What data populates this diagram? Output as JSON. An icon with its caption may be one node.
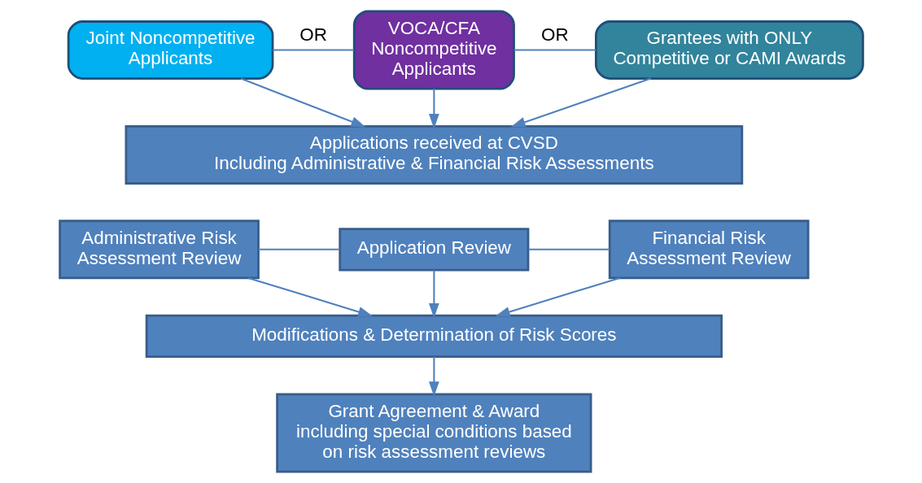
{
  "diagram": {
    "nodes": [
      {
        "text": [
          "Joint Noncompetitive Applicants"
        ]
      },
      {
        "text": [
          "VOCA/CFA Noncompetitive Applicants"
        ]
      },
      {
        "text": [
          "Grantees with ONLY Competitive or CAMI Awards"
        ]
      },
      {
        "text": [
          "Applications received at CVSD",
          "Including Administrative & Financial Risk Assessments"
        ]
      },
      {
        "text": [
          "Administrative Risk Assessment Review"
        ]
      },
      {
        "text": [
          "Application Review"
        ]
      },
      {
        "text": [
          "Financial Risk Assessment Review"
        ]
      },
      {
        "text": [
          "Modifications & Determination of Risk Scores"
        ]
      },
      {
        "text": [
          "Grant Agreement & Award",
          "including special conditions based on risk assessment reviews"
        ]
      }
    ],
    "edges": [
      {
        "from": 0,
        "to": 1,
        "arrow": "none",
        "label": "OR"
      },
      {
        "from": 1,
        "to": 2,
        "arrow": "none",
        "label": "OR"
      },
      {
        "from": 0,
        "to": 3,
        "arrow": "to"
      },
      {
        "from": 1,
        "to": 3,
        "arrow": "to"
      },
      {
        "from": 2,
        "to": 3,
        "arrow": "to"
      },
      {
        "from": 4,
        "to": 5,
        "arrow": "none"
      },
      {
        "from": 5,
        "to": 6,
        "arrow": "none"
      },
      {
        "from": 4,
        "to": 7,
        "arrow": "to"
      },
      {
        "from": 5,
        "to": 7,
        "arrow": "to"
      },
      {
        "from": 6,
        "to": 7,
        "arrow": "to"
      },
      {
        "from": 7,
        "to": 8,
        "arrow": "to"
      }
    ]
  }
}
